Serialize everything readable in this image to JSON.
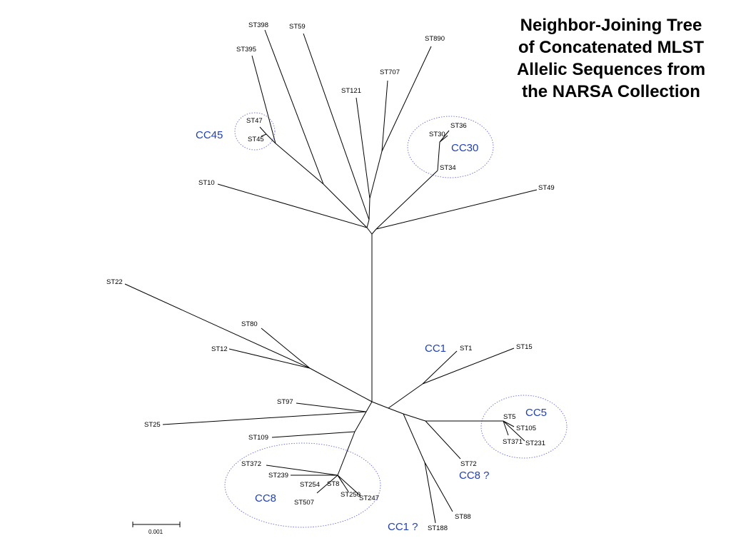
{
  "title": {
    "lines": [
      "Neighbor-Joining Tree",
      "of Concatenated MLST",
      "Allelic Sequences from",
      "the NARSA Collection"
    ]
  },
  "tips": {
    "st398": "ST398",
    "st59": "ST59",
    "st890": "ST890",
    "st395": "ST395",
    "st707": "ST707",
    "st121": "ST121",
    "st47": "ST47",
    "st45": "ST45",
    "st36": "ST36",
    "st30": "ST30",
    "st34": "ST34",
    "st10": "ST10",
    "st49": "ST49",
    "st22": "ST22",
    "st80": "ST80",
    "st12": "ST12",
    "st1": "ST1",
    "st15": "ST15",
    "st97": "ST97",
    "st25": "ST25",
    "st5": "ST5",
    "st105": "ST105",
    "st371": "ST371",
    "st231": "ST231",
    "st109": "ST109",
    "st372": "ST372",
    "st239": "ST239",
    "st254": "ST254",
    "st8": "ST8",
    "st250": "ST250",
    "st247": "ST247",
    "st507": "ST507",
    "st72": "ST72",
    "st88": "ST88",
    "st188": "ST188"
  },
  "clonal_complexes": {
    "cc45": "CC45",
    "cc30": "CC30",
    "cc1": "CC1",
    "cc5": "CC5",
    "cc8_q": "CC8 ?",
    "cc8": "CC8",
    "cc1_q": "CC1 ?"
  },
  "scale": {
    "label": "0.001"
  },
  "colors": {
    "cluster_label": "#1f3fc1",
    "cluster_outline": "#6a6ae6",
    "branch": "#000000"
  }
}
